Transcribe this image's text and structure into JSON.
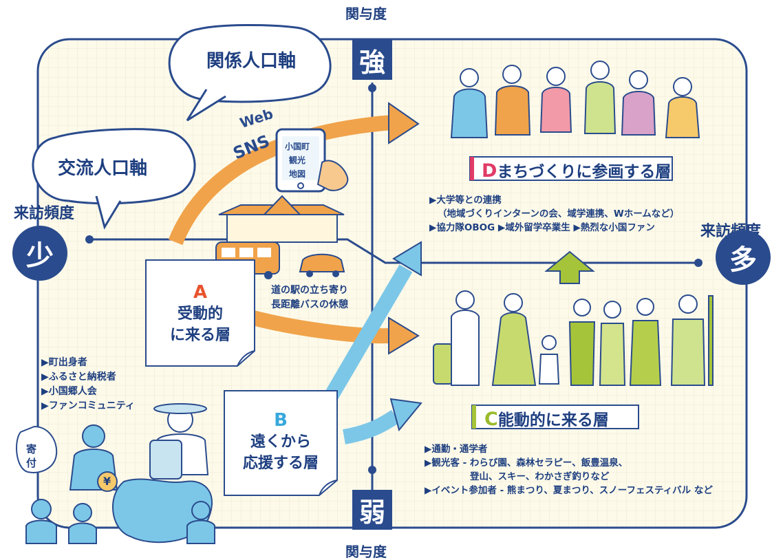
{
  "axes": {
    "vertical_label_top": "関与度",
    "vertical_label_bottom": "関与度",
    "strong": "強",
    "weak": "弱",
    "horizontal_label_left": "来訪頻度",
    "horizontal_label_right": "来訪頻度",
    "few": "少",
    "many": "多"
  },
  "bubbles": {
    "relation_axis": "関係人口軸",
    "exchange_axis": "交流人口軸"
  },
  "media": {
    "web": "Web",
    "sns": "SNS",
    "phone_lines": [
      "小国町",
      "観光",
      "地図"
    ]
  },
  "stop": {
    "line1": "道の駅の立ち寄り",
    "line2": "長距離バスの休憩"
  },
  "card_a": {
    "letter": "A",
    "line1": "受動的",
    "line2": "に来る層"
  },
  "card_b": {
    "letter": "B",
    "line1": "遠くから",
    "line2": "応援する層"
  },
  "layer_d": {
    "letter": "D",
    "label": "まちづくりに参画する層",
    "notes": [
      "▶大学等との連携",
      "（地域づくりインターンの会、域学連携、Wホームなど）",
      "▶協力隊OBOG ▶域外留学卒業生 ▶熱烈な小国ファン"
    ]
  },
  "layer_c": {
    "letter": "C",
    "label": "能動的に来る層",
    "notes": [
      "▶通勤・通学者",
      "▶観光客 - わらび園、森林セラピー、飯豊温泉、",
      "登山、スキー、わかさぎ釣りなど",
      "▶イベント参加者 - 熊まつり、夏まつり、スノーフェスティバル など"
    ]
  },
  "supporters": {
    "items": [
      "▶町出身者",
      "▶ふるさと納税者",
      "▶小国郷人会",
      "▶ファンコミュニティ"
    ],
    "donation": [
      "寄",
      "付"
    ],
    "yen": "¥"
  },
  "colors": {
    "navy": "#2a4b8d",
    "orange": "#f0a34a",
    "light_blue": "#7cc7e8",
    "green": "#a6c43a",
    "pink": "#e13b67",
    "paper": "#fdfaea"
  }
}
